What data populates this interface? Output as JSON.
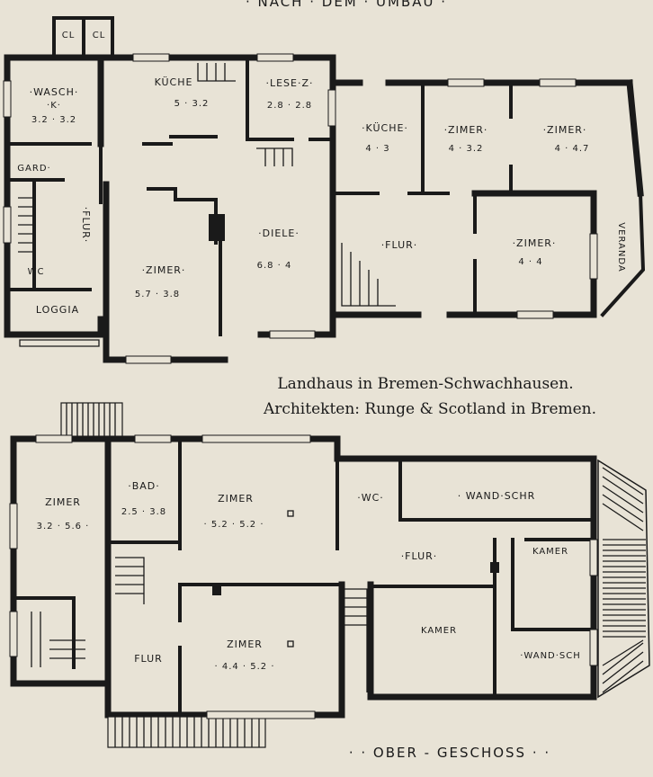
{
  "ground_floor": {
    "heading": "· NACH · DEM · UMBAU ·",
    "rooms": [
      {
        "name": "CL",
        "dims": ""
      },
      {
        "name": "CL",
        "dims": ""
      },
      {
        "name": "·WASCH·",
        "dims": "·K·"
      },
      {
        "name": "",
        "dims": "3.2 · 3.2"
      },
      {
        "name": "KÜCHE",
        "dims": "5 · 3.2"
      },
      {
        "name": "·LESE·Z·",
        "dims": "2.8 · 2.8"
      },
      {
        "name": "·KÜCHE·",
        "dims": "4 · 3"
      },
      {
        "name": "·ZIMER·",
        "dims": "4 · 3.2"
      },
      {
        "name": "·ZIMER·",
        "dims": "4 · 4.7"
      },
      {
        "name": "GARD·",
        "dims": ""
      },
      {
        "name": "·FLUR·",
        "dims": ""
      },
      {
        "name": "WC",
        "dims": ""
      },
      {
        "name": "LOGGIA",
        "dims": ""
      },
      {
        "name": "·ZIMER·",
        "dims": "5.7 · 3.8"
      },
      {
        "name": "·DIELE·",
        "dims": "6.8 · 4"
      },
      {
        "name": "·FLUR·",
        "dims": ""
      },
      {
        "name": "·ZIMER·",
        "dims": "4 · 4"
      },
      {
        "name": "VERANDA",
        "dims": ""
      }
    ]
  },
  "caption": {
    "line1": "Landhaus in Bremen-Schwachhausen.",
    "line2": "Architekten: Runge & Scotland in Bremen."
  },
  "upper_floor": {
    "heading": "· · OBER - GESCHOSS · ·",
    "rooms": [
      {
        "name": "ZIMER",
        "dims": "3.2 · 5.6 ·"
      },
      {
        "name": "·BAD·",
        "dims": "2.5 · 3.8"
      },
      {
        "name": "ZIMER",
        "dims": "· 5.2 · 5.2 ·"
      },
      {
        "name": "·WC·",
        "dims": ""
      },
      {
        "name": "· WAND·SCHR",
        "dims": ""
      },
      {
        "name": "·FLUR·",
        "dims": ""
      },
      {
        "name": "KAMER",
        "dims": ""
      },
      {
        "name": "KAMER",
        "dims": ""
      },
      {
        "name": "·WAND·SCH",
        "dims": ""
      },
      {
        "name": "FLUR",
        "dims": ""
      },
      {
        "name": "ZIMER",
        "dims": "· 4.4 · 5.2 ·"
      }
    ]
  }
}
